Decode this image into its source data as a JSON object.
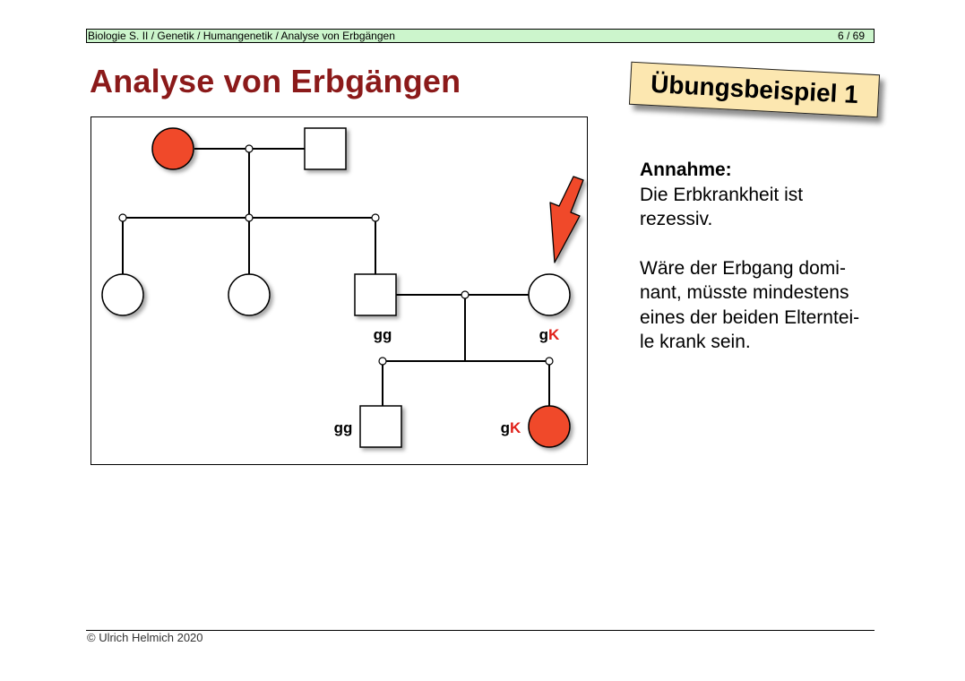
{
  "header": {
    "breadcrumb": "Biologie S. II / Genetik / Humangenetik / Analyse von Erbgängen",
    "page_number": "6 / 69"
  },
  "title": "Analyse von Erbgängen",
  "example_label": "Übungsbeispiel 1",
  "pedigree": {
    "colors": {
      "affected": "#f0492a",
      "unaffected": "#ffffff",
      "arrow": "#f0492a",
      "recessive_allele": "#e0211a"
    },
    "genotypes": {
      "father_gen2": [
        "gg",
        ""
      ],
      "mother_gen2": [
        "g",
        "K"
      ],
      "son_gen3": [
        "gg",
        ""
      ],
      "daughter_gen3": [
        "g",
        "K"
      ]
    }
  },
  "explanation": {
    "heading": "Annahme:",
    "lines_1": [
      "Die Erbkrankheit ist",
      "rezessiv."
    ],
    "lines_2": [
      "Wäre der Erbgang domi-",
      "nant, müsste mindestens",
      "eines der beiden Elterntei-",
      "le krank sein."
    ]
  },
  "footer": "© Ulrich Helmich 2020"
}
